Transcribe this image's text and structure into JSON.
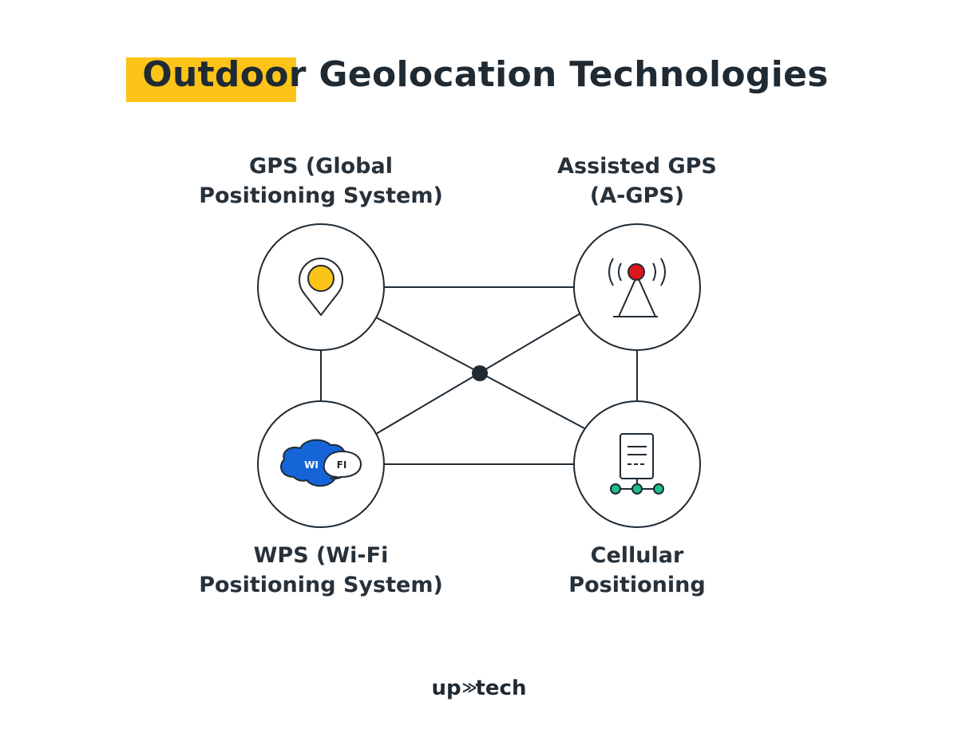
{
  "title": {
    "highlighted": "Outdoo",
    "rest": "r Geolocation Technologies"
  },
  "nodes": {
    "gps": {
      "line1": "GPS (Global",
      "line2": "Positioning System)",
      "icon": "map-pin-icon"
    },
    "agps": {
      "line1": "Assisted GPS",
      "line2": "(A-GPS)",
      "icon": "cell-tower-icon"
    },
    "wps": {
      "line1": "WPS (Wi-Fi",
      "line2": "Positioning System)",
      "icon": "wifi-cloud-icon",
      "badge_left": "WI",
      "badge_right": "FI"
    },
    "cellular": {
      "line1": "Cellular",
      "line2": "Positioning",
      "icon": "server-network-icon"
    }
  },
  "colors": {
    "accent": "#fcc419",
    "line": "#1f2a33",
    "tower_red": "#e0151b",
    "wifi_blue": "#1565d8",
    "node_green": "#1cbf8c"
  },
  "logo": {
    "left": "up",
    "mark": "≫",
    "right": "tech"
  }
}
